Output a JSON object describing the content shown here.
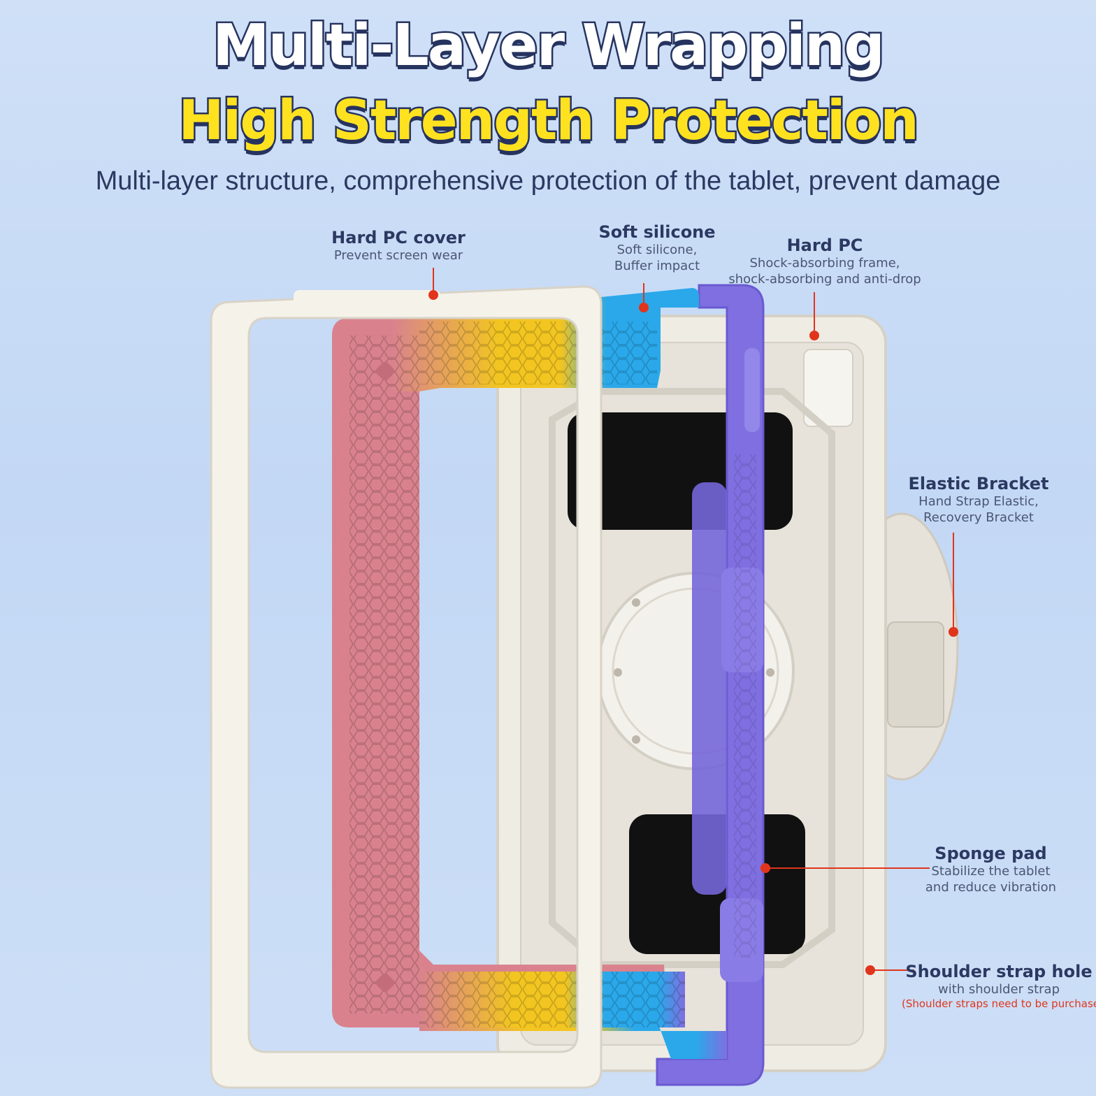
{
  "header": {
    "title_line1": "Multi-Layer Wrapping",
    "title_line2": "High Strength Protection",
    "subtitle": "Multi-layer structure, comprehensive protection of the tablet, prevent damage"
  },
  "callouts": {
    "hard_pc_cover": {
      "title": "Hard PC cover",
      "desc1": "Prevent screen wear"
    },
    "soft_silicone": {
      "title": "Soft silicone",
      "desc1": "Soft silicone,",
      "desc2": "Buffer impact"
    },
    "hard_pc": {
      "title": "Hard PC",
      "desc1": "Shock-absorbing frame,",
      "desc2": "shock-absorbing and anti-drop"
    },
    "elastic_bracket": {
      "title": "Elastic Bracket",
      "desc1": "Hand Strap Elastic,",
      "desc2": "Recovery Bracket"
    },
    "sponge_pad": {
      "title": "Sponge pad",
      "desc1": "Stabilize the tablet",
      "desc2": "and reduce vibration"
    },
    "shoulder_strap_hole": {
      "title": "Shoulder strap hole",
      "desc1": "with shoulder strap",
      "note": "(Shoulder straps need to be purchased"
    }
  },
  "colors": {
    "navy": "#26335f",
    "yellow": "#ffe21f",
    "leader_red": "#e0351c",
    "pink": "#d9828e",
    "blue": "#2aa8ea",
    "purple": "#7f6fe0",
    "cream": "#efece4",
    "pad_black": "#111111"
  },
  "icons": [
    "leader-dot-icon",
    "screw-icon",
    "volume-button-icon"
  ]
}
